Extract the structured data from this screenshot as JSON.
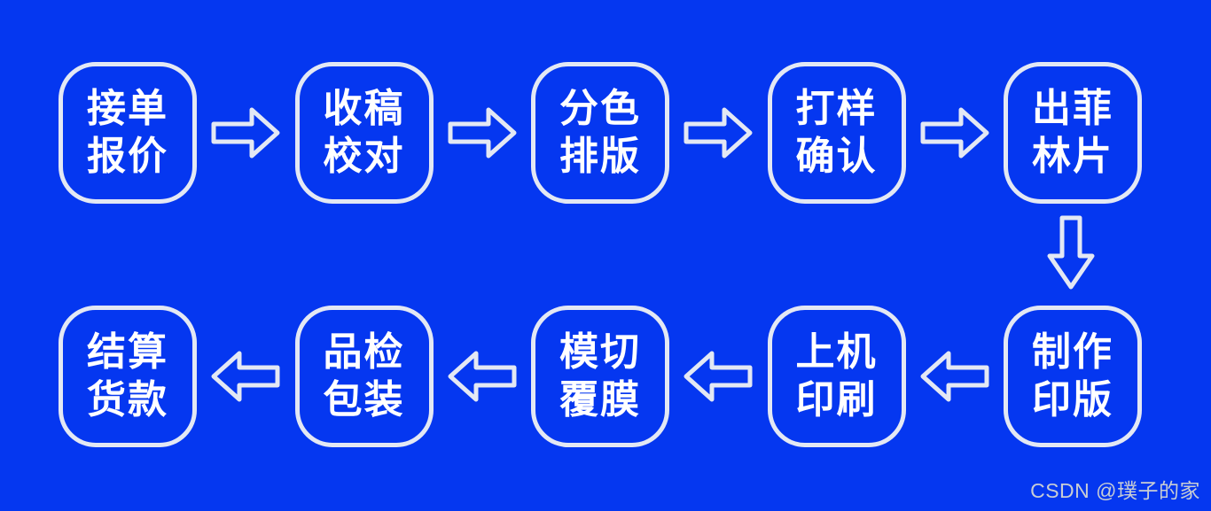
{
  "page": {
    "watermark": "CSDN @璞子的家"
  },
  "colors": {
    "background": "#0537f0",
    "box_border": "#e3e8f4",
    "box_text": "#ffffff",
    "watermark": "#c8cdd4"
  },
  "flow": {
    "steps": [
      {
        "line1": "接单",
        "line2": "报价"
      },
      {
        "line1": "收稿",
        "line2": "校对"
      },
      {
        "line1": "分色",
        "line2": "排版"
      },
      {
        "line1": "打样",
        "line2": "确认"
      },
      {
        "line1": "出菲",
        "line2": "林片"
      },
      {
        "line1": "制作",
        "line2": "印版"
      },
      {
        "line1": "上机",
        "line2": "印刷"
      },
      {
        "line1": "模切",
        "line2": "覆膜"
      },
      {
        "line1": "品检",
        "line2": "包装"
      },
      {
        "line1": "结算",
        "line2": "货款"
      }
    ]
  }
}
